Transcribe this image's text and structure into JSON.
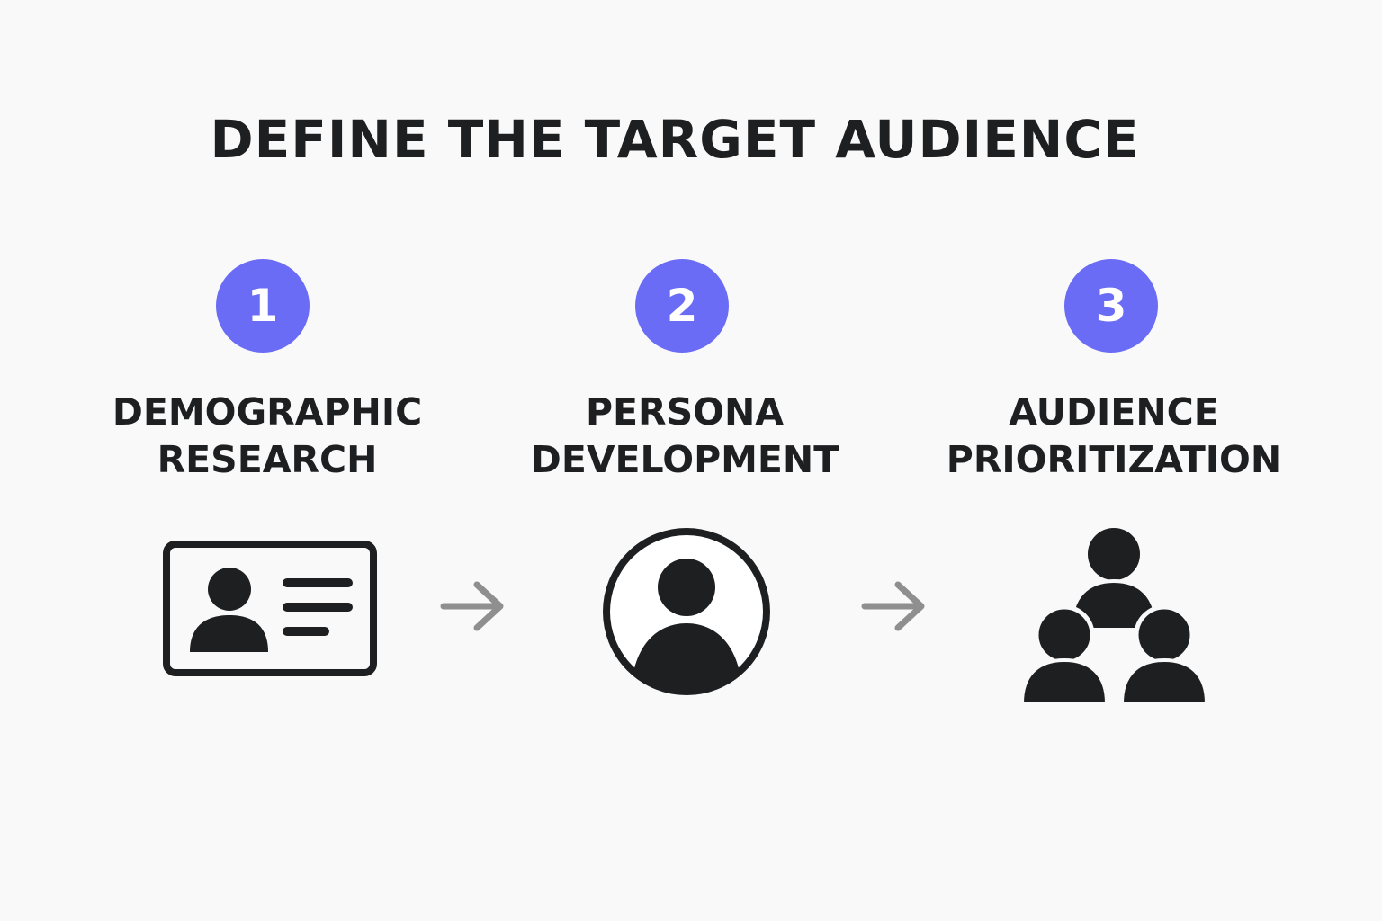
{
  "title": "DEFINE THE TARGET AUDIENCE",
  "accent_color": "#6b6cf6",
  "steps": [
    {
      "number": "1",
      "label_line1": "DEMOGRAPHIC",
      "label_line2": "RESEARCH",
      "icon": "id-card-icon"
    },
    {
      "number": "2",
      "label_line1": "PERSONA",
      "label_line2": "DEVELOPMENT",
      "icon": "user-circle-icon"
    },
    {
      "number": "3",
      "label_line1": "AUDIENCE",
      "label_line2": "PRIORITIZATION",
      "icon": "user-group-icon"
    }
  ],
  "connectors": [
    "arrow-right-icon",
    "arrow-right-icon"
  ]
}
